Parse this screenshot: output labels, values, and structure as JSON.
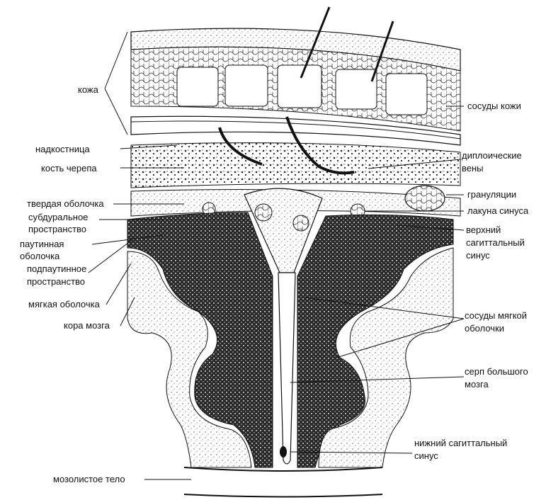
{
  "labels": {
    "skin": "кожа",
    "skin_vessels": "сосуды кожи",
    "periosteum": "надкостница",
    "diploic_veins_1": "диплоические",
    "diploic_veins_2": "вены",
    "skull_bone": "кость черепа",
    "granulations": "грануляции",
    "dura": "твердая оболочка",
    "sinus_lacuna": "лакуна синуса",
    "subdural_1": "субдуральное",
    "subdural_2": "пространство",
    "superior_sinus_1": "верхний",
    "superior_sinus_2": "сагиттальный",
    "superior_sinus_3": "синус",
    "arachnoid_1": "паутинная",
    "arachnoid_2": "оболочка",
    "subarachnoid_1": "подпаутинное",
    "subarachnoid_2": "пространство",
    "pia": "мягкая оболочка",
    "pia_vessels_1": "сосуды мягкой",
    "pia_vessels_2": "оболочки",
    "cortex": "кора мозга",
    "falx_1": "серп большого",
    "falx_2": "мозга",
    "inferior_sinus_1": "нижний сагиттальный",
    "inferior_sinus_2": "синус",
    "corpus_callosum": "мозолистое тело"
  }
}
